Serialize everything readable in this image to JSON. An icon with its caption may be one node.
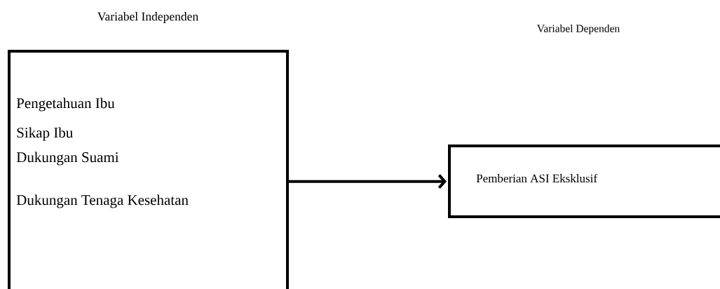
{
  "diagram": {
    "nodes": [
      {
        "text": [
          "Variabel Independen",
          "Pengetahuan Ibu",
          "Sikap Ibu",
          "Dukungan Suami",
          "Dukungan Tenaga Kesehatan"
        ]
      },
      {
        "text": [
          "Variabel Dependen",
          "Pemberian ASI Eksklusif"
        ]
      }
    ],
    "edges": [
      {
        "from": 0,
        "to": 1,
        "arrow": "to"
      }
    ]
  }
}
